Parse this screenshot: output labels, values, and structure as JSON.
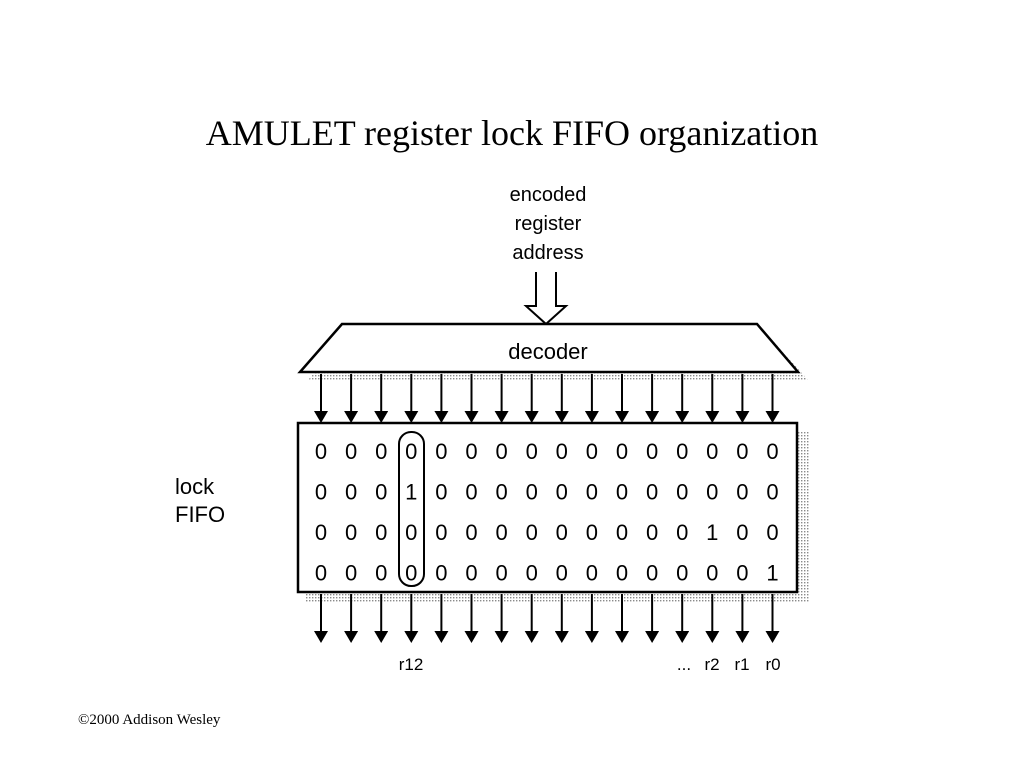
{
  "title": "AMULET register lock FIFO organization",
  "copyright": "©2000 Addison Wesley",
  "input_label": [
    "encoded",
    "register",
    "address"
  ],
  "decoder_label": "decoder",
  "fifo_label": [
    "lock",
    "FIFO"
  ],
  "fifo_rows": [
    "0000000000000000",
    "0001000000000000",
    "0000000000000100",
    "0000000000000001"
  ],
  "highlighted_column_index": 3,
  "output_labels": {
    "r12": "r12",
    "ellipsis": "...",
    "r2": "r2",
    "r1": "r1",
    "r0": "r0"
  }
}
